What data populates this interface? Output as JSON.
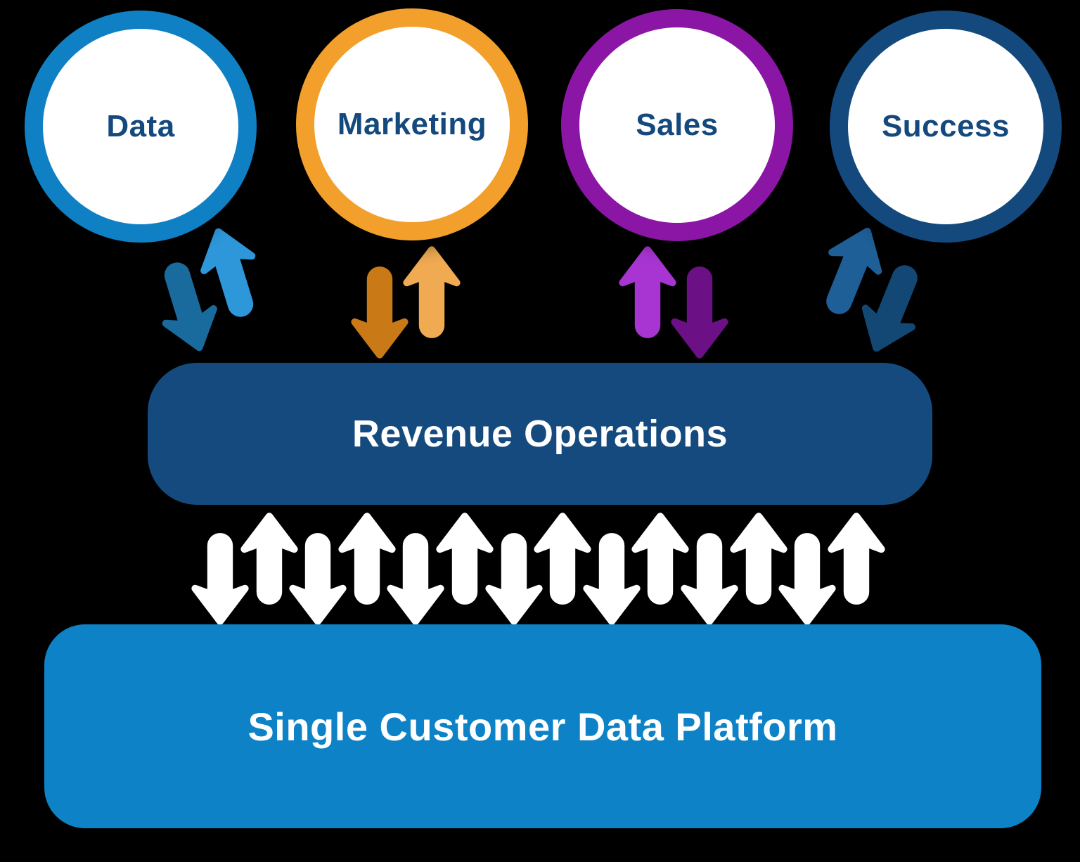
{
  "background_color": "#000000",
  "label_text_color": "#14497E",
  "departments": [
    {
      "label": "Data",
      "ring_color": "#1080C5",
      "arrow_up_color": "#2D97D9",
      "arrow_down_color": "#1A6B9D"
    },
    {
      "label": "Marketing",
      "ring_color": "#F2A02B",
      "arrow_up_color": "#EFAA52",
      "arrow_down_color": "#C97916"
    },
    {
      "label": "Sales",
      "ring_color": "#8B15A5",
      "arrow_up_color": "#A835D2",
      "arrow_down_color": "#6C1086"
    },
    {
      "label": "Success",
      "ring_color": "#14497E",
      "arrow_up_color": "#1D5F96",
      "arrow_down_color": "#134875"
    }
  ],
  "revenue_operations": {
    "label": "Revenue Operations",
    "bg_color": "#154A7E",
    "text_color": "#FFFFFF"
  },
  "platform": {
    "label": "Single Customer Data Platform",
    "bg_color": "#0E82C6",
    "text_color": "#FFFFFF"
  },
  "flow_band": {
    "arrow_count": 14,
    "arrow_color": "#FFFFFF",
    "first_direction": "down"
  }
}
